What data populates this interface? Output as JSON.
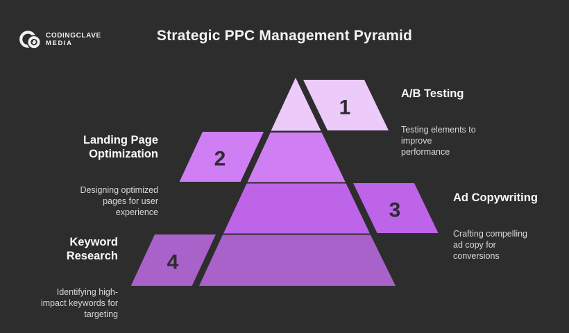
{
  "background_color": "#2e2d2e",
  "logo": {
    "icon": "interlocked-rings-icon",
    "line1": "CODINGCLAVE",
    "line2": "MEDIA"
  },
  "header": {
    "title": "Strategic PPC Management Pyramid"
  },
  "pyramid": {
    "digit_color": "#2e2b32",
    "tiers": [
      {
        "number": "1",
        "label": "A/B Testing",
        "description": "Testing elements to\nimprove\nperformance",
        "color": "#eccaf9",
        "side": "right"
      },
      {
        "number": "2",
        "label": "Landing Page\nOptimization",
        "description": "Designing optimized\npages for user\nexperience",
        "color": "#d07ef3",
        "side": "left"
      },
      {
        "number": "3",
        "label": "Ad Copywriting",
        "description": "Crafting compelling\nad copy for\nconversions",
        "color": "#bd64e8",
        "side": "right"
      },
      {
        "number": "4",
        "label": "Keyword\nResearch",
        "description": "Identifying high-\nimpact keywords for\ntargeting",
        "color": "#a862c9",
        "side": "left"
      }
    ]
  }
}
